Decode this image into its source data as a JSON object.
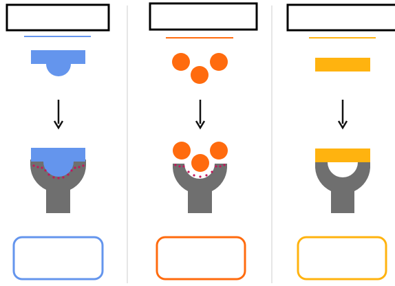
{
  "panels": [
    {
      "id": "blue",
      "accent": "#6495ED",
      "title": "",
      "caption": "",
      "ligand_shape": "half-circle-on-bar",
      "receptor_fit": "complementary-with-bonds"
    },
    {
      "id": "orange",
      "accent": "#FF6B0E",
      "title": "",
      "caption": "",
      "ligand_shape": "three-circles",
      "receptor_fit": "complementary-with-bonds"
    },
    {
      "id": "yellow",
      "accent": "#FFB30F",
      "title": "",
      "caption": "",
      "ligand_shape": "flat-bar",
      "receptor_fit": "no-fit-gap"
    }
  ],
  "colors": {
    "receptor": "#6F6F6F",
    "bond_dots": "#C2185B",
    "arrow": "#111111",
    "divider": "#E6E6E6",
    "title_box_border": "#000000"
  },
  "icons": {
    "arrow": "down-arrow-icon",
    "receptor": "y-shaped-receptor-icon"
  }
}
